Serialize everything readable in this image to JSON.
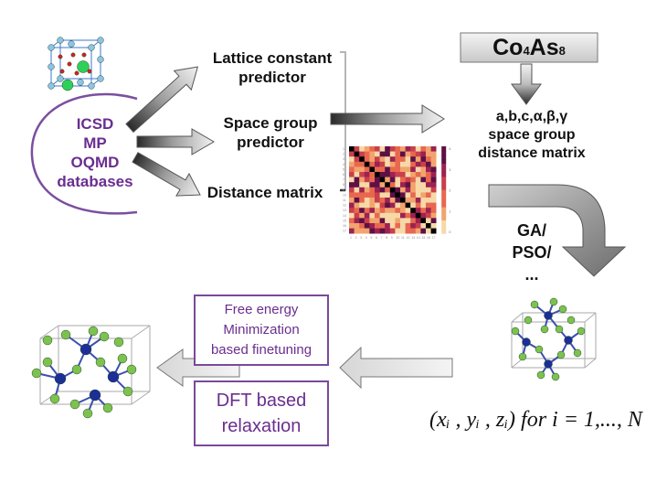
{
  "databases": {
    "line1": "ICSD",
    "line2": "MP",
    "line3": "OQMD",
    "line4": "databases"
  },
  "predictors": {
    "lattice_line1": "Lattice constant",
    "lattice_line2": "predictor",
    "space_group_line1": "Space group",
    "space_group_line2": "predictor",
    "distance_matrix": "Distance matrix"
  },
  "formula": {
    "element1": "Co",
    "count1": "4",
    "element2": "As",
    "count2": "8"
  },
  "outputs": {
    "line1": "a,b,c,α,β,γ",
    "line2": "space group",
    "line3": "distance matrix"
  },
  "optimizer": {
    "line1": "GA/",
    "line2": "PSO/",
    "line3": "..."
  },
  "refinement": {
    "free_energy_line1": "Free energy",
    "free_energy_line2": "Minimization",
    "free_energy_line3": "based finetuning",
    "dft_line1": "DFT based",
    "dft_line2": "relaxation"
  },
  "coordinates": {
    "text": "(xᵢ , yᵢ , zᵢ) for i = 1,..., N"
  },
  "colors": {
    "purple": "#6a2e8f",
    "arrow_light": "#e4e4e4",
    "arrow_dark": "#3a3a3a",
    "atom_green": "#7cc24f",
    "atom_blue": "#1c2f96",
    "atom_lightblue": "#8cc4e6",
    "atom_red": "#d62020"
  },
  "heatmap": {
    "x_ticks": [
      "1",
      "2",
      "3",
      "4",
      "5",
      "6",
      "7",
      "8",
      "9",
      "10",
      "11",
      "12",
      "13",
      "14",
      "15",
      "16",
      "17"
    ],
    "colorbar_ticks": [
      "4",
      "3",
      "2",
      "1",
      "0"
    ]
  }
}
